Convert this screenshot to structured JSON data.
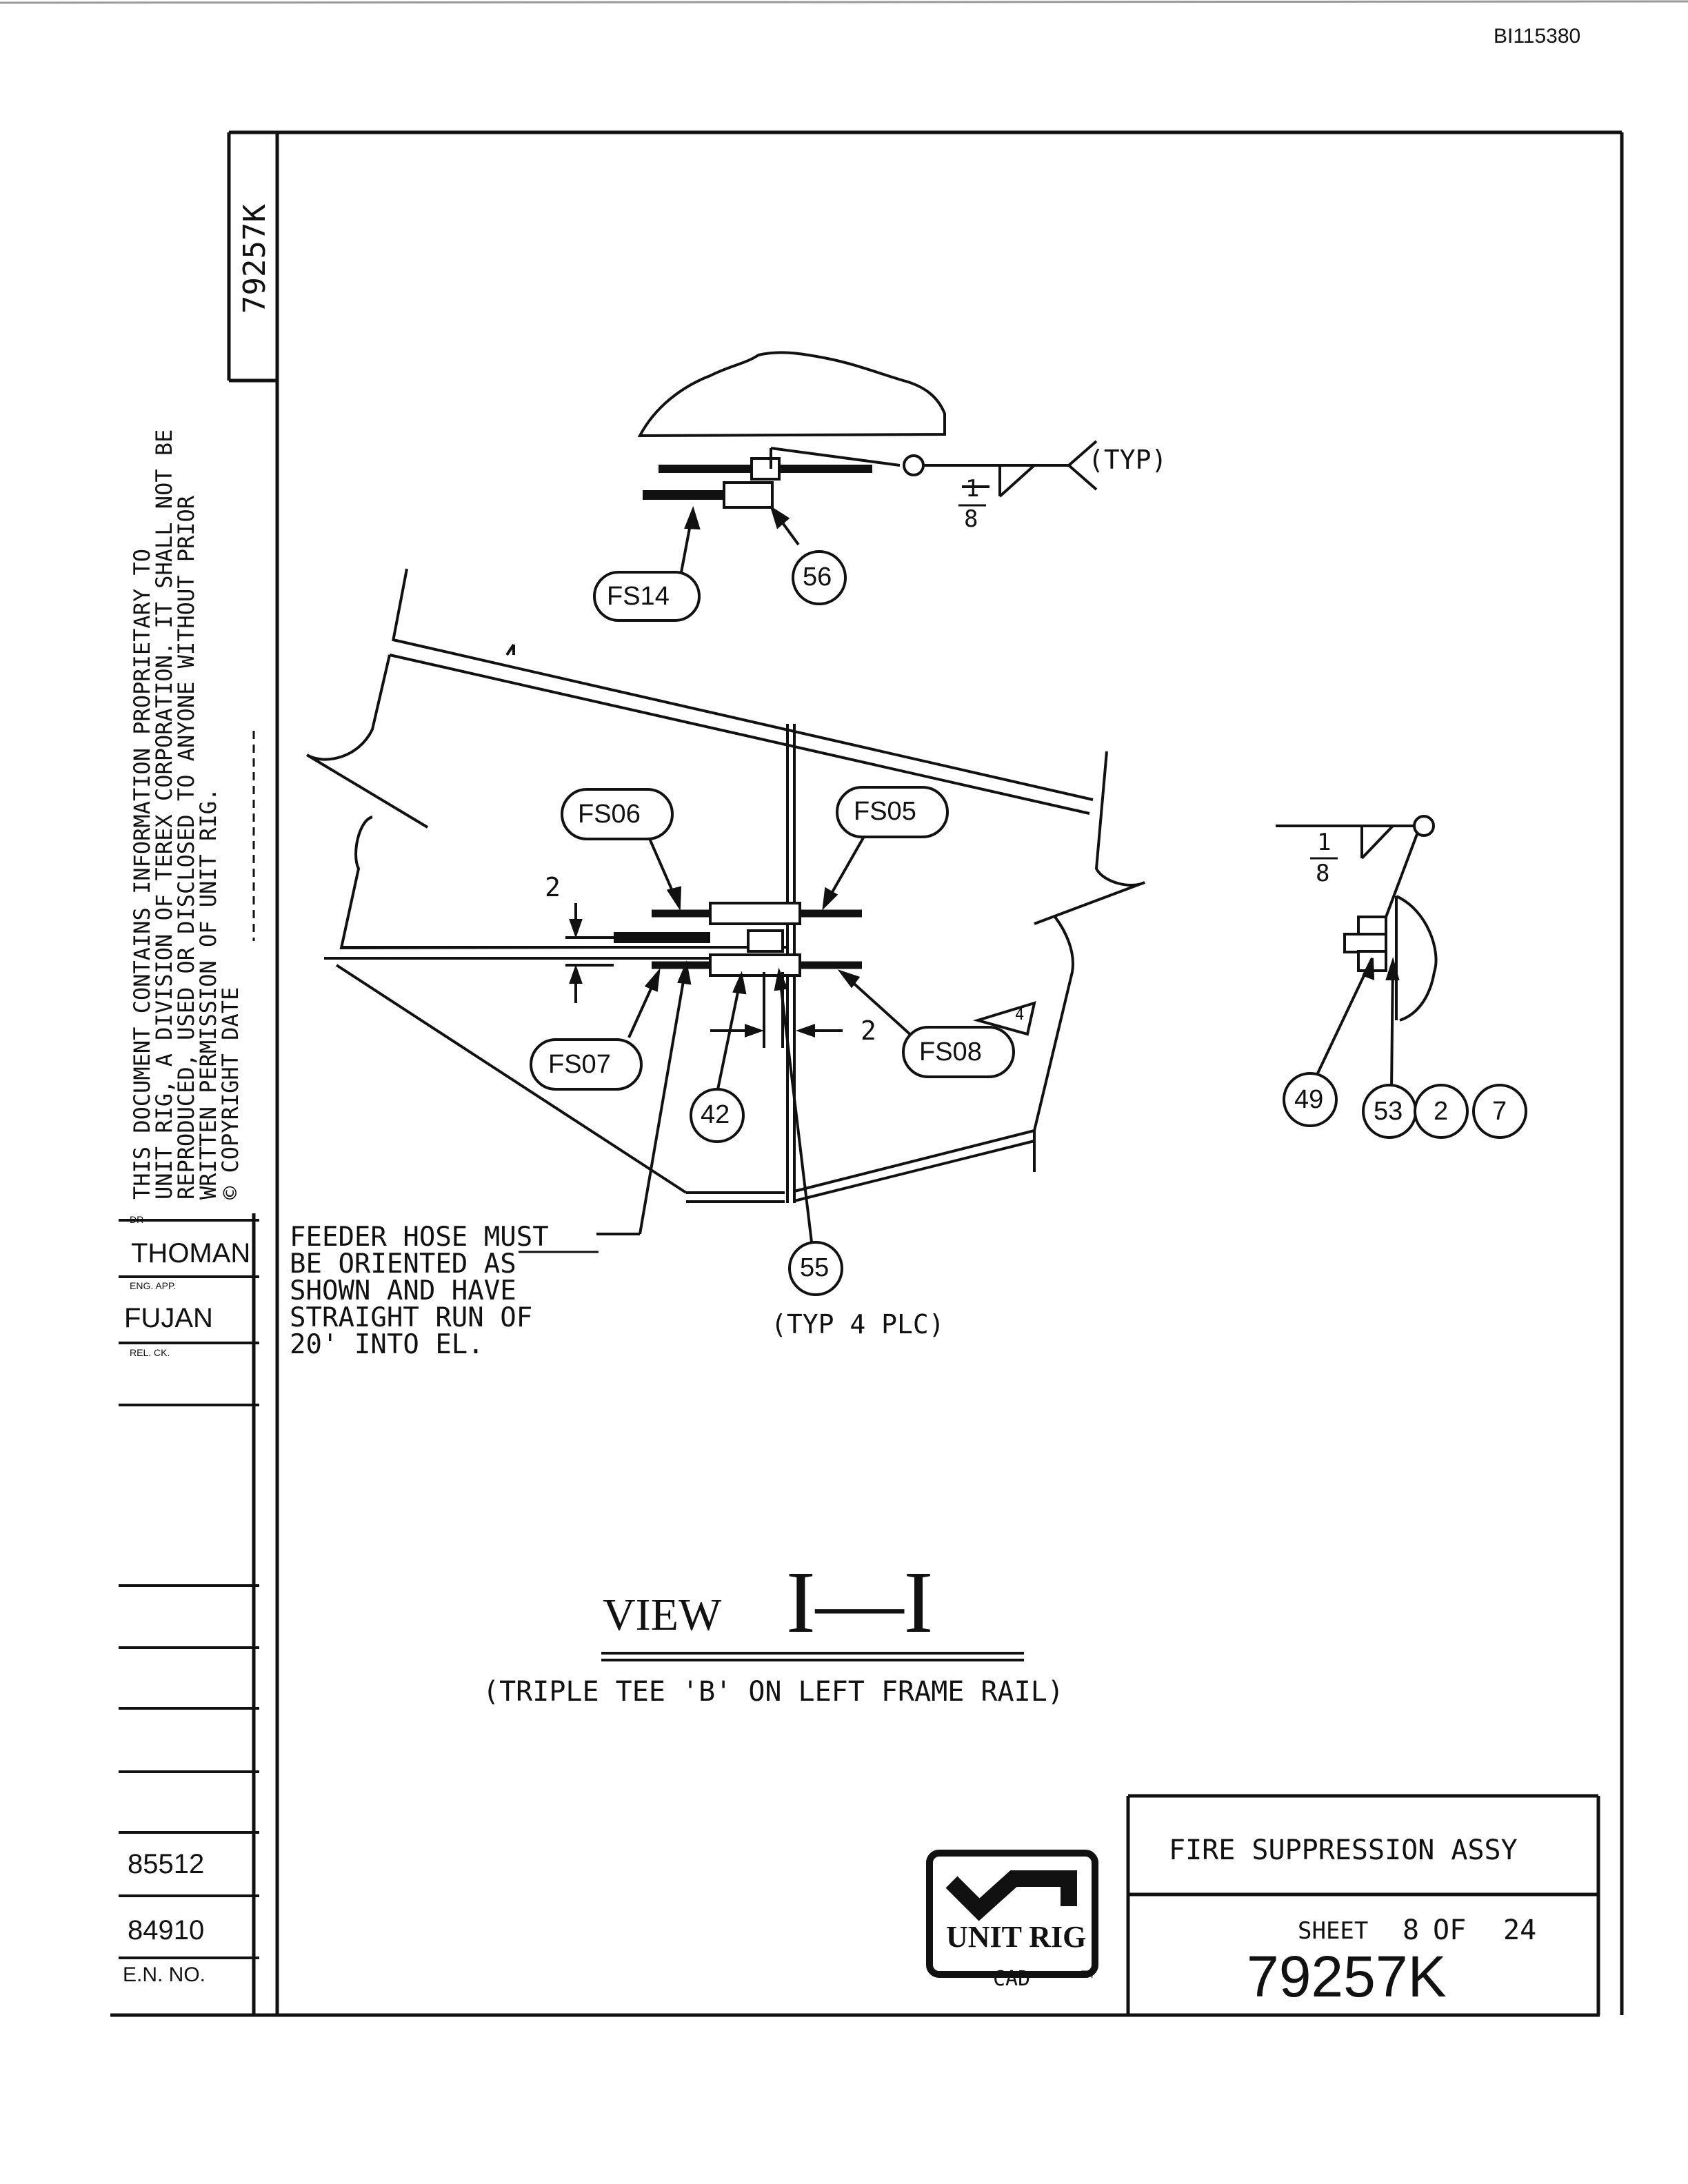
{
  "header": {
    "doc_id": "BI115380"
  },
  "side_block": {
    "drawing_number": "79257K",
    "proprietary_lines": [
      "THIS DOCUMENT CONTAINS INFORMATION PROPRIETARY TO",
      "UNIT RIG, A DIVISION OF TEREX CORPORATION. IT SHALL NOT BE",
      "REPRODUCED, USED OR DISCLOSED TO ANYONE WITHOUT PRIOR",
      "WRITTEN PERMISSION OF UNIT RIG.",
      "© COPYRIGHT DATE"
    ],
    "dr_label": "DR",
    "dr_name": "THOMAN",
    "eng_app_label": "ENG. APP.",
    "eng_app_name": "FUJAN",
    "rel_ck_label": "REL. CK.",
    "en_numbers": [
      "85512",
      "84910"
    ],
    "en_no_label": "E.N. NO."
  },
  "top_detail": {
    "balloons": [
      "FS14",
      "56"
    ],
    "weld_fraction": {
      "num": "1",
      "den": "8"
    },
    "typ_label": "(TYP)"
  },
  "main_view": {
    "balloons": [
      "FS06",
      "FS05",
      "FS07",
      "FS08",
      "42",
      "55"
    ],
    "dims": {
      "vertical": "2",
      "horizontal": "2"
    },
    "flag_note": "4",
    "typ_note": "(TYP 4 PLC)",
    "feeder_note_lines": [
      "FEEDER HOSE MUST",
      "BE ORIENTED AS",
      "SHOWN AND HAVE",
      "STRAIGHT RUN OF",
      "20' INTO EL."
    ]
  },
  "right_detail": {
    "weld_fraction": {
      "num": "1",
      "den": "8"
    },
    "balloons": [
      "49",
      "53",
      "2",
      "7"
    ]
  },
  "view": {
    "prefix": "VIEW",
    "designation": "I—I",
    "subtitle": "(TRIPLE TEE 'B' ON LEFT FRAME RAIL)"
  },
  "title_block": {
    "title": "FIRE SUPPRESSION ASSY",
    "sheet_label": "SHEET",
    "sheet_num": "8",
    "of_label": "OF",
    "sheet_total": "24",
    "drawing_number": "79257K",
    "logo_text": "UNIT RIG",
    "cad_label": "CAD",
    "tm_label": "TM"
  }
}
